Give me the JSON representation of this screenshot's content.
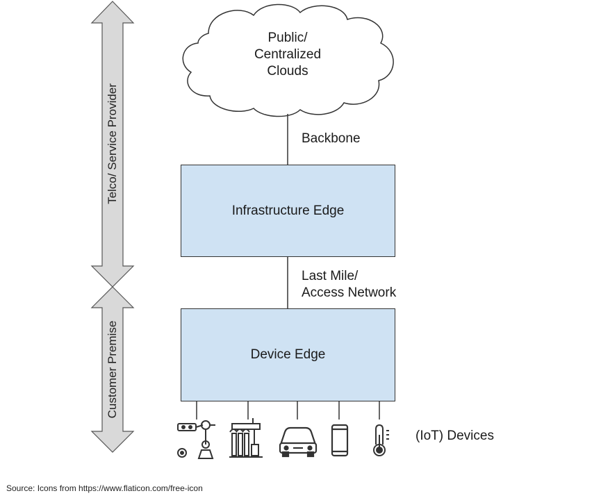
{
  "cloud": {
    "line1": "Public/",
    "line2": "Centralized",
    "line3": "Clouds"
  },
  "links": {
    "backbone": "Backbone",
    "last_mile_line1": "Last Mile/",
    "last_mile_line2": "Access Network"
  },
  "boxes": {
    "infrastructure_edge": "Infrastructure Edge",
    "device_edge": "Device Edge"
  },
  "side_arrows": {
    "telco": "Telco/ Service Provider",
    "customer": "Customer Premise"
  },
  "devices": {
    "label": "(IoT) Devices",
    "icons": [
      "robot-arm-icon",
      "factory-machine-icon",
      "car-icon",
      "smartphone-icon",
      "thermometer-icon"
    ]
  },
  "colors": {
    "box_fill": "#cfe2f3",
    "arrow_fill": "#d9d9d9"
  },
  "source": "Source: Icons from https://www.flaticon.com/free-icon"
}
